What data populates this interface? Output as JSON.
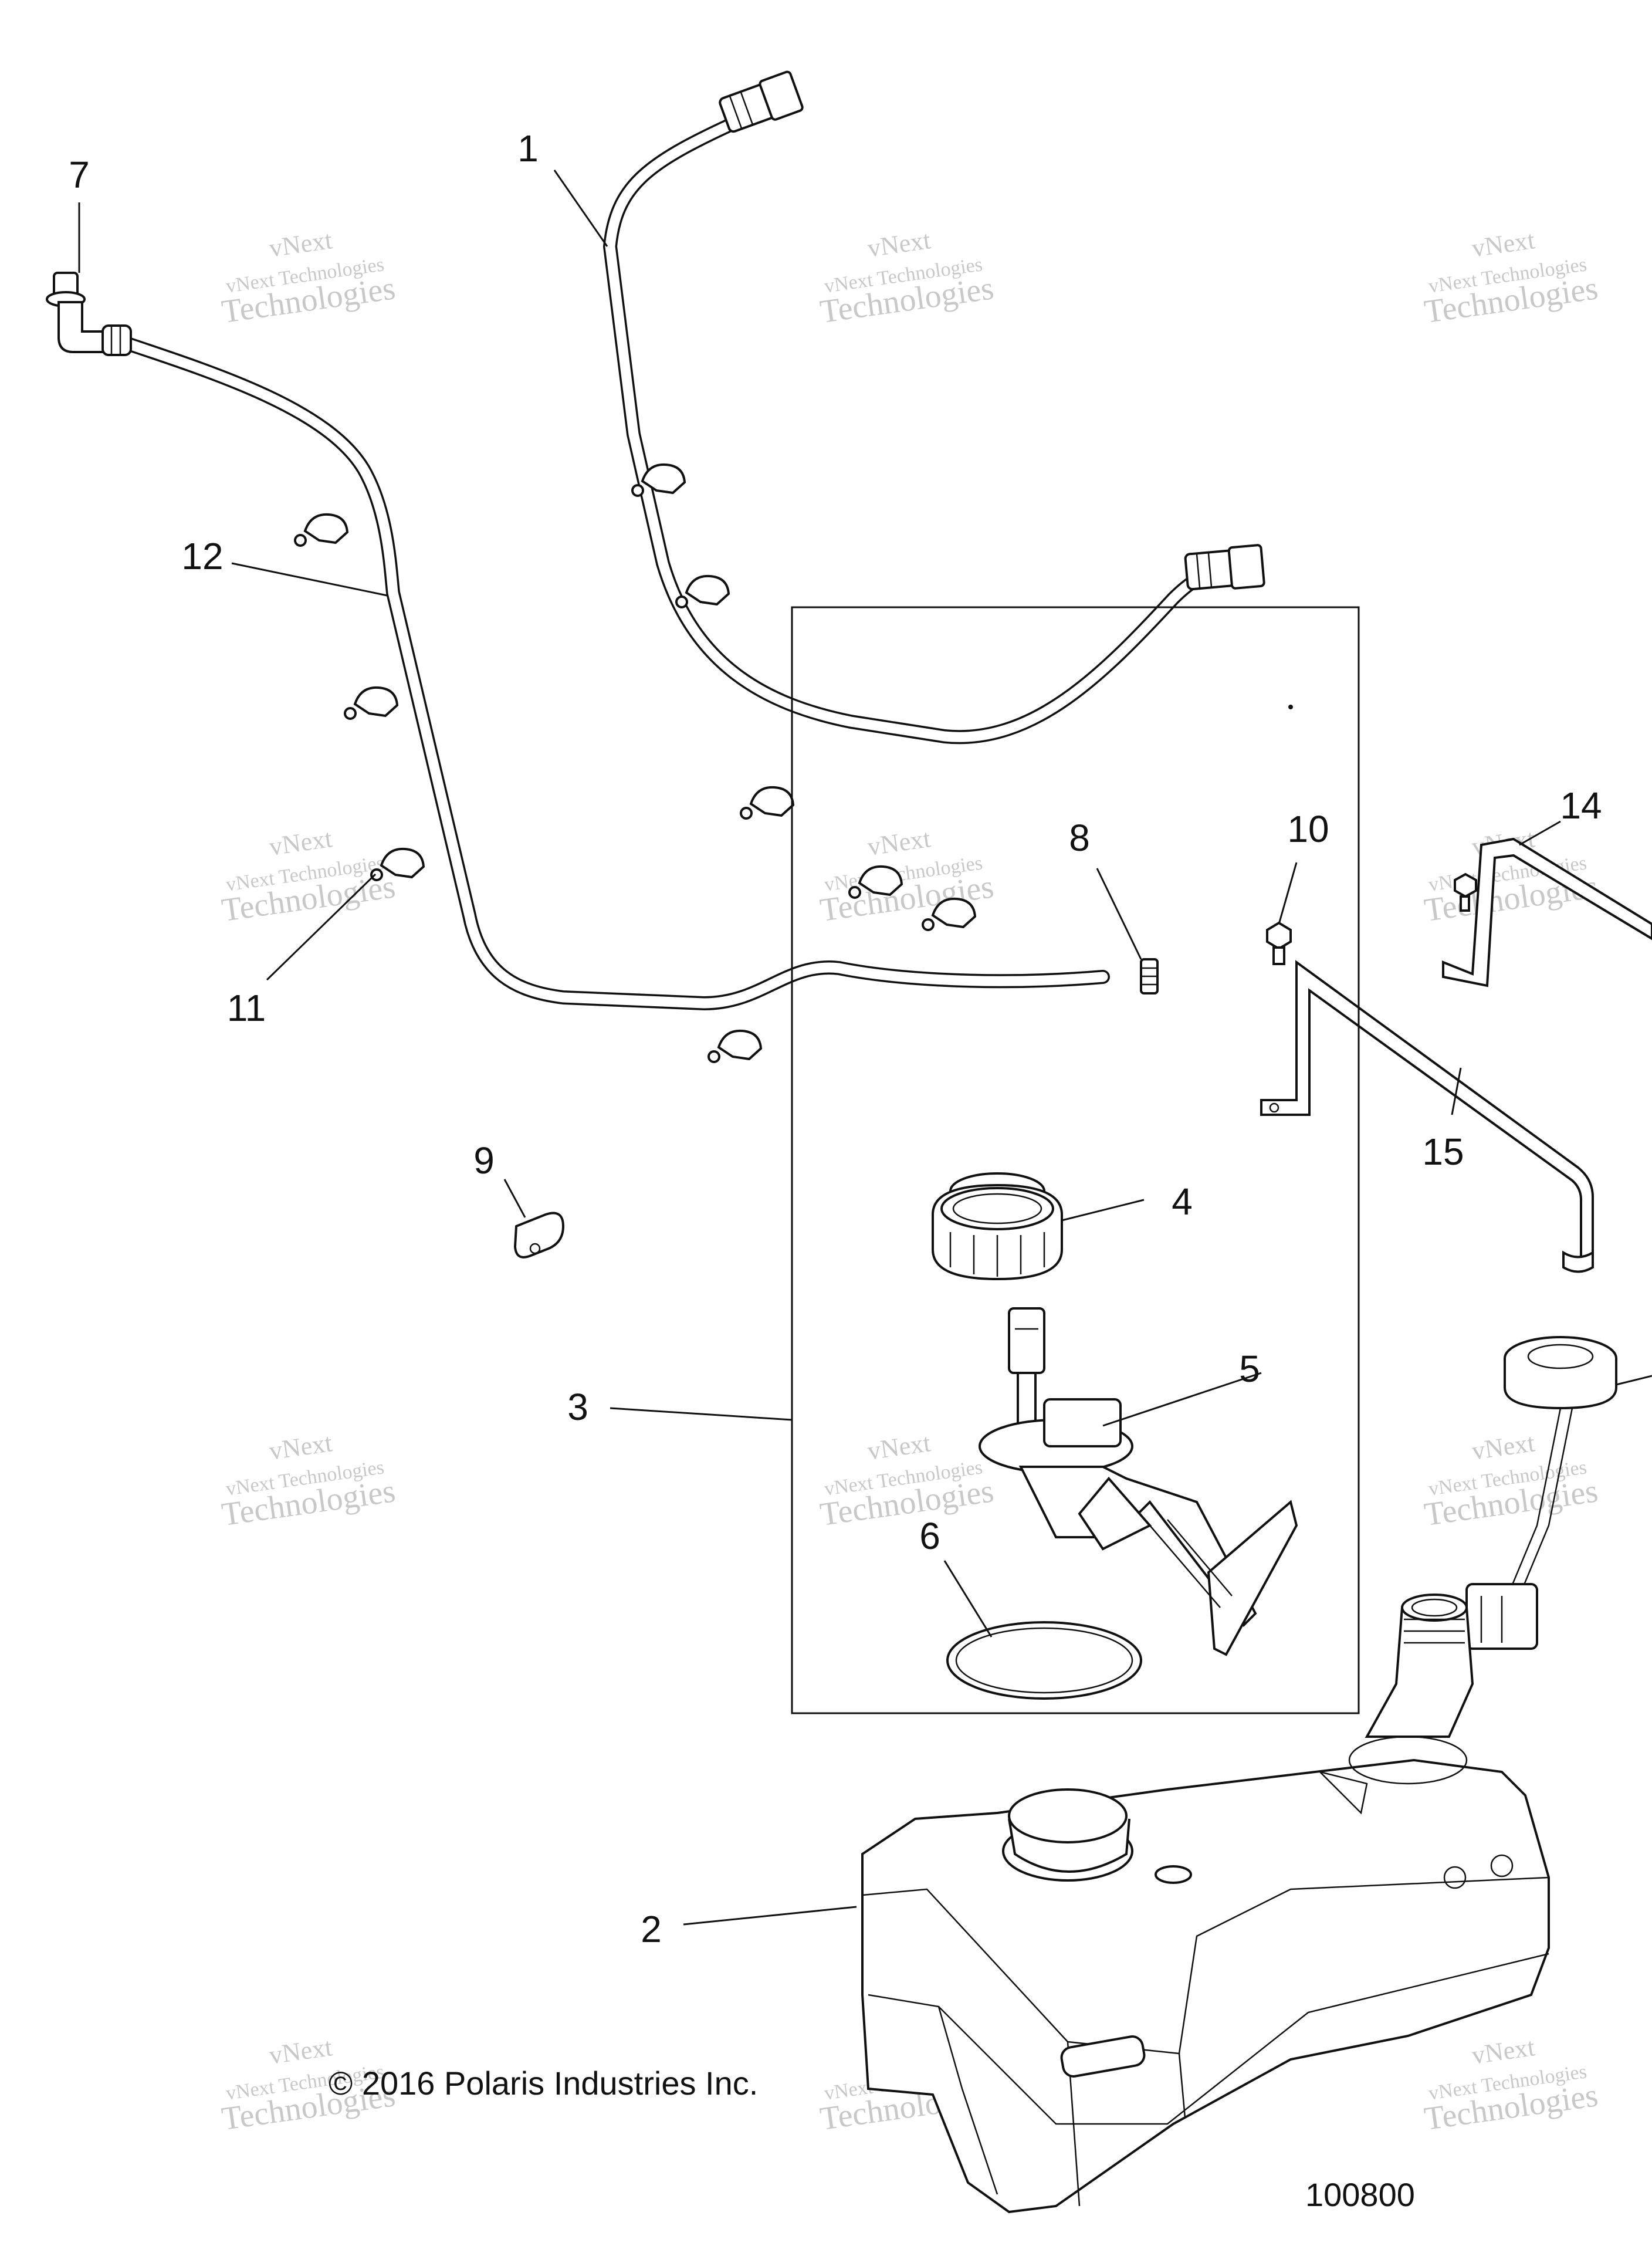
{
  "callouts": {
    "c1": "1",
    "c2": "2",
    "c3": "3",
    "c4": "4",
    "c5": "5",
    "c6": "6",
    "c7": "7",
    "c8": "8",
    "c9": "9",
    "c10": "10",
    "c11": "11",
    "c12": "12",
    "c14": "14",
    "c15": "15"
  },
  "footer": {
    "copyright": "© 2016 Polaris Industries Inc.",
    "diagram_code": "100800"
  },
  "watermark": {
    "line1": "vNext",
    "line2": "vNext Technologies",
    "line3": "Technologies"
  },
  "colors": {
    "ink": "#111111",
    "watermark": "#c8c8c8",
    "background": "#ffffff"
  }
}
